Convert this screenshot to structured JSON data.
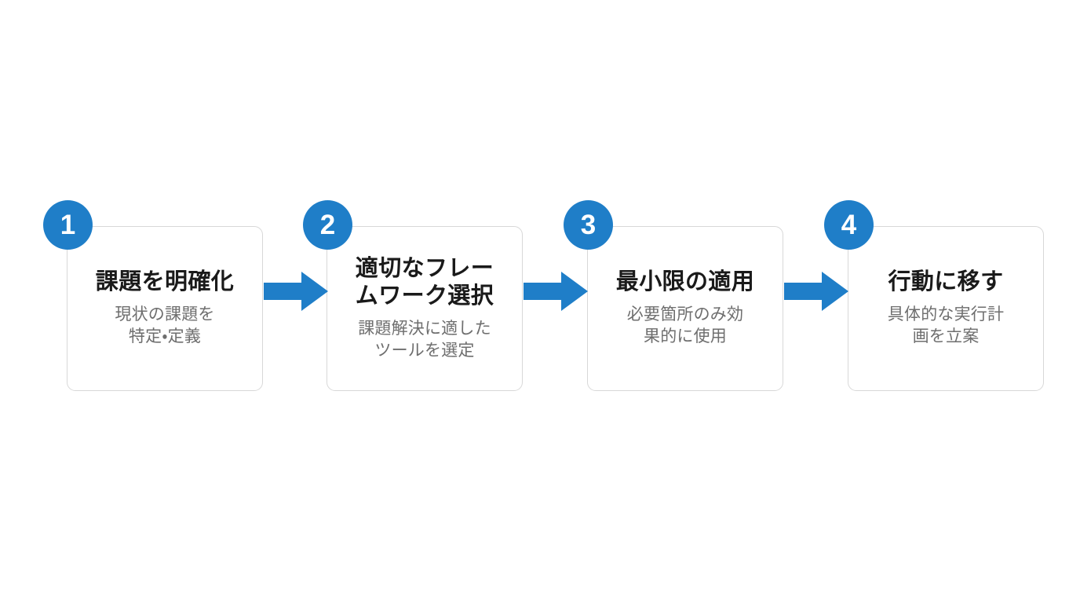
{
  "diagram": {
    "type": "horizontal-process-flow",
    "orientation": "left-to-right",
    "step_count": 4,
    "background_color": "#ffffff",
    "accent_color": "#1f7ec8",
    "card_border_color": "#d8d8d8",
    "title_color": "#1a1a1a",
    "description_color": "#6e6e6e",
    "connector": {
      "icon": "right-arrow-icon",
      "color": "#1f7ec8",
      "count": 3
    },
    "steps": [
      {
        "number": "1",
        "title": "課題を明確化",
        "description": "現状の課題を\n特定・定義"
      },
      {
        "number": "2",
        "title": "適切なフレー\nムワーク選択",
        "description": "課題解決に適した\nツールを選定"
      },
      {
        "number": "3",
        "title": "最小限の適用",
        "description": "必要箇所のみ効\n果的に使用"
      },
      {
        "number": "4",
        "title": "行動に移す",
        "description": "具体的な実行計\n画を立案"
      }
    ]
  }
}
